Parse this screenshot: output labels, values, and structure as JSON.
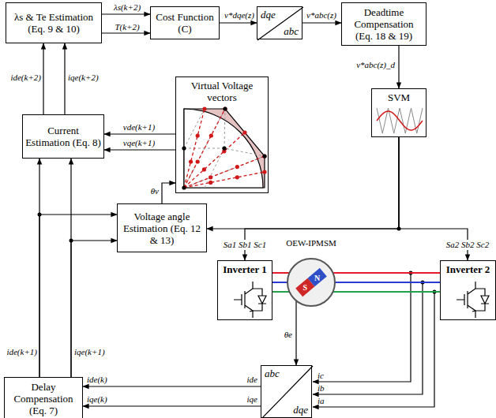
{
  "diagram": {
    "nodes": [
      {
        "text": [
          "λs & Te Estimation (Eq. 9 & 10)"
        ]
      },
      {
        "text": [
          "Cost Function (C)"
        ]
      },
      {
        "text": [
          "dqe",
          "abc"
        ]
      },
      {
        "text": [
          "Deadtime Compensation (Eq. 18 & 19)"
        ]
      },
      {
        "text": [
          "Virtual Voltage vectors"
        ]
      },
      {
        "text": [
          "SVM"
        ]
      },
      {
        "text": [
          "Current Estimation (Eq. 8)"
        ]
      },
      {
        "text": [
          "Voltage angle Estimation (Eq. 12 & 13)"
        ]
      },
      {
        "text": [
          "Inverter 1"
        ]
      },
      {
        "text": [
          "OEW-IPMSM"
        ]
      },
      {
        "text": [
          "Inverter 2"
        ]
      },
      {
        "text": [
          "abc",
          "dqe"
        ]
      },
      {
        "text": [
          "Delay Compensation (Eq. 7)"
        ]
      }
    ],
    "edges": [
      {
        "from": 0,
        "to": 1,
        "label": "λs(k+2)",
        "arrow": "to"
      },
      {
        "from": 0,
        "to": 1,
        "label": "T(k+2)",
        "arrow": "to"
      },
      {
        "from": 1,
        "to": 2,
        "label": "v*dqe(z)",
        "arrow": "to"
      },
      {
        "from": 2,
        "to": 3,
        "label": "v*abc(z)",
        "arrow": "to"
      },
      {
        "from": 3,
        "to": 5,
        "label": "v*abc(z)_d",
        "arrow": "to"
      },
      {
        "from": 6,
        "to": 0,
        "label": "ide(k+2)",
        "arrow": "to"
      },
      {
        "from": 6,
        "to": 0,
        "label": "iqe(k+2)",
        "arrow": "to"
      },
      {
        "from": 4,
        "to": 6,
        "label": "vde(k+1)",
        "arrow": "to"
      },
      {
        "from": 4,
        "to": 6,
        "label": "vqe(k+1)",
        "arrow": "to"
      },
      {
        "from": 7,
        "to": 4,
        "label": "θv",
        "arrow": "to"
      },
      {
        "from": 5,
        "to": 8,
        "label": "Sa1 Sb1 Sc1",
        "arrow": "to"
      },
      {
        "from": 5,
        "to": 10,
        "label": "Sa2 Sb2 Sc2",
        "arrow": "to"
      },
      {
        "from": 5,
        "to": 7,
        "arrow": "to"
      },
      {
        "from": 8,
        "to": 9,
        "arrow": "none"
      },
      {
        "from": 9,
        "to": 10,
        "arrow": "none"
      },
      {
        "from": 9,
        "to": 11,
        "label": "θe",
        "arrow": "to"
      },
      {
        "from": 11,
        "to": 12,
        "label": "ide",
        "arrow": "to"
      },
      {
        "from": 11,
        "to": 12,
        "label": "iqe",
        "arrow": "to"
      },
      {
        "from": 12,
        "to": 6,
        "label": "ide(k+1)",
        "arrow": "to"
      },
      {
        "from": 12,
        "to": 6,
        "label": "iqe(k+1)",
        "arrow": "to"
      },
      {
        "from": 12,
        "to": 7,
        "arrow": "to"
      },
      {
        "from": 12,
        "to": 7,
        "arrow": "to"
      }
    ],
    "labels": [
      "ide(k)",
      "iqe(k)",
      "ic",
      "ib",
      "ia",
      "N",
      "S"
    ]
  }
}
